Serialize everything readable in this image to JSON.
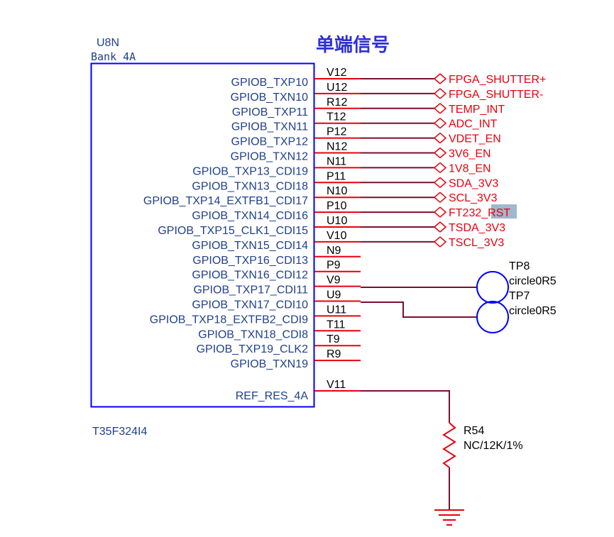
{
  "title": "单端信号",
  "component": {
    "designator": "U8N",
    "bank": "Bank 4A",
    "part_number": "T35F324I4",
    "pins": [
      {
        "name": "GPIOB_TXP10",
        "number": "V12",
        "net": "FPGA_SHUTTER+"
      },
      {
        "name": "GPIOB_TXN10",
        "number": "U12",
        "net": "FPGA_SHUTTER-"
      },
      {
        "name": "GPIOB_TXP11",
        "number": "R12",
        "net": "TEMP_INT"
      },
      {
        "name": "GPIOB_TXN11",
        "number": "T12",
        "net": "ADC_INT"
      },
      {
        "name": "GPIOB_TXP12",
        "number": "P12",
        "net": "VDET_EN"
      },
      {
        "name": "GPIOB_TXN12",
        "number": "N12",
        "net": "3V6_EN"
      },
      {
        "name": "GPIOB_TXP13_CDI19",
        "number": "N11",
        "net": "1V8_EN"
      },
      {
        "name": "GPIOB_TXN13_CDI18",
        "number": "P11",
        "net": "SDA_3V3"
      },
      {
        "name": "GPIOB_TXP14_EXTFB1_CDI17",
        "number": "N10",
        "net": "SCL_3V3"
      },
      {
        "name": "GPIOB_TXN14_CDI16",
        "number": "P10",
        "net": "FT232_RST"
      },
      {
        "name": "GPIOB_TXP15_CLK1_CDI15",
        "number": "U10",
        "net": "TSDA_3V3"
      },
      {
        "name": "GPIOB_TXN15_CDI14",
        "number": "V10",
        "net": "TSCL_3V3"
      },
      {
        "name": "GPIOB_TXP16_CDI13",
        "number": "N9",
        "net": ""
      },
      {
        "name": "GPIOB_TXN16_CDI12",
        "number": "P9",
        "net": ""
      },
      {
        "name": "GPIOB_TXP17_CDI11",
        "number": "V9",
        "net": ""
      },
      {
        "name": "GPIOB_TXN17_CDI10",
        "number": "U9",
        "net": ""
      },
      {
        "name": "GPIOB_TXP18_EXTFB2_CDI9",
        "number": "U11",
        "net": ""
      },
      {
        "name": "GPIOB_TXN18_CDI8",
        "number": "T11",
        "net": ""
      },
      {
        "name": "GPIOB_TXP19_CLK2",
        "number": "T9",
        "net": ""
      },
      {
        "name": "GPIOB_TXN19",
        "number": "R9",
        "net": ""
      }
    ],
    "ref_pin": {
      "name": "REF_RES_4A",
      "number": "V11"
    }
  },
  "test_points": [
    {
      "designator": "TP8",
      "footprint": "circle0R5"
    },
    {
      "designator": "TP7",
      "footprint": "circle0R5"
    }
  ],
  "resistor": {
    "designator": "R54",
    "value": "NC/12K/1%"
  },
  "highlighted_text": "RST",
  "colors": {
    "border": "#0000ff",
    "pin_stub": "#e8000d",
    "wire": "#7a0f2e",
    "net_label": "#e8000d",
    "pin_name": "#1f3f8f",
    "title": "#2f2fd6"
  }
}
